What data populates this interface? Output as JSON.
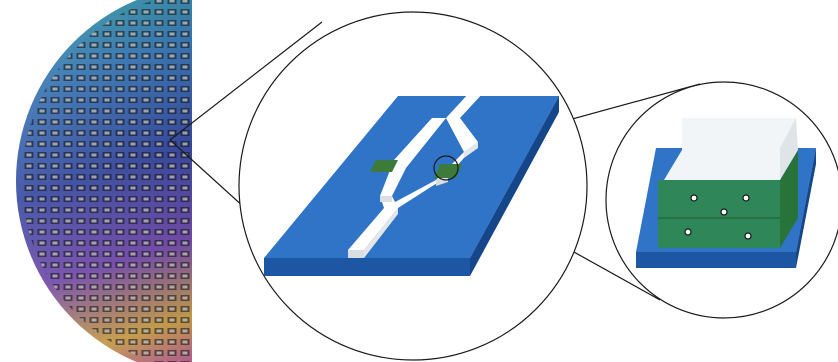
{
  "figure": {
    "panels": [
      {
        "id": "wafer",
        "subject": "wafer-with-chip-array"
      },
      {
        "id": "device",
        "subject": "mach-zehnder-interferometer-waveguide"
      },
      {
        "id": "section",
        "subject": "waveguide-cross-section"
      }
    ],
    "colors": {
      "substrate_top": "#2f74c6",
      "substrate_side": "#1d56a2",
      "waveguide": "#f2f5f7",
      "waveguide_shade": "#d9dee3",
      "active_region": "#3d7b3b",
      "active_region_section": "#2f8a44",
      "connector_line": "#1a1a1a",
      "wafer_teal": "#2ea3a3",
      "wafer_blue": "#2a3d9b",
      "wafer_purple": "#6a3fa6",
      "wafer_gold": "#c79a3e"
    },
    "icons": [
      "particle-icon"
    ]
  }
}
